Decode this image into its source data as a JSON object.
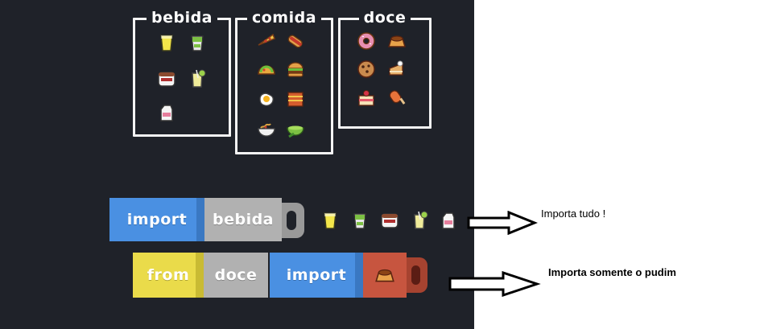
{
  "colors": {
    "canvas": "#1f2229",
    "import": "#4a90e2",
    "library": "#b1b1b1",
    "from": "#eadb4a",
    "item": "#c7553f"
  },
  "libraries": [
    {
      "title": "bebida",
      "items": [
        "lemonade-cup-icon",
        "green-drink-cup-icon",
        "chocolate-milk-icon",
        "lemonade-glass-icon",
        "milk-carton-icon"
      ]
    },
    {
      "title": "comida",
      "items": [
        "pizza-slice-icon",
        "hotdog-icon",
        "taco-icon",
        "burger-icon",
        "fried-egg-icon",
        "lasagna-icon",
        "noodle-bowl-icon",
        "green-soup-icon"
      ]
    },
    {
      "title": "doce",
      "items": [
        "donut-icon",
        "pudim-icon",
        "cookie-icon",
        "cake-slice-icon",
        "strawberry-cake-icon",
        "popsicle-icon"
      ]
    }
  ],
  "example1": {
    "import_label": "import",
    "library_label": "bebida",
    "items": [
      "lemonade-cup-icon",
      "green-drink-cup-icon",
      "chocolate-milk-icon",
      "lemonade-glass-icon",
      "milk-carton-icon"
    ]
  },
  "example2": {
    "from_label": "from",
    "library_label": "doce",
    "import_label": "import",
    "item": "pudim-icon"
  },
  "annotations": {
    "note1": "Importa tudo !",
    "note2": "Importa somente o pudim"
  }
}
